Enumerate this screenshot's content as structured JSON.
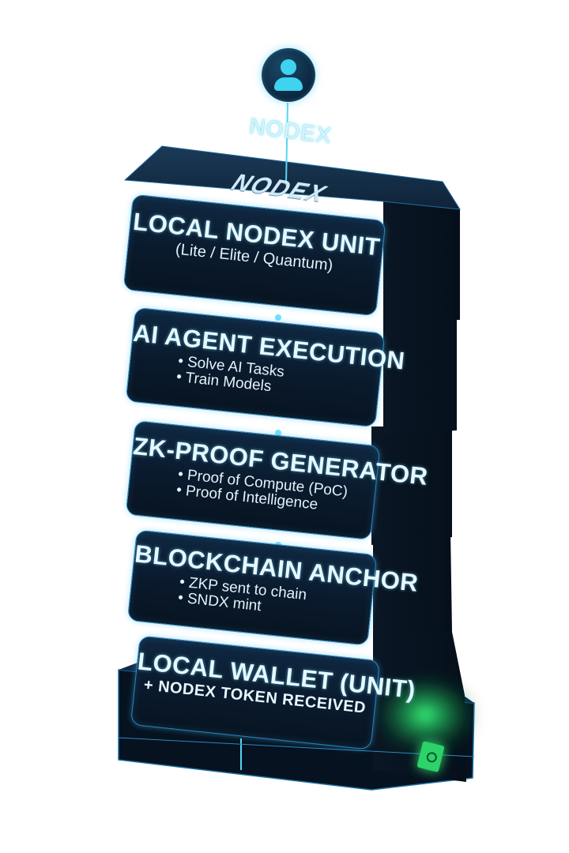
{
  "brand": {
    "label": "NODEX"
  },
  "top_logo": "NODEX",
  "layers": [
    {
      "title": "LOCAL NODEX UNIT",
      "subtitle": "(Lite / Elite / Quantum)",
      "bullets": []
    },
    {
      "title": "AI AGENT EXECUTION",
      "subtitle": "",
      "bullets": [
        "Solve AI Tasks",
        "Train Models"
      ]
    },
    {
      "title": "ZK-PROOF GENERATOR",
      "subtitle": "",
      "bullets": [
        "Proof of Compute (PoC)",
        "Proof of Intelligence"
      ]
    },
    {
      "title": "BLOCKCHAIN ANCHOR",
      "subtitle": "",
      "bullets": [
        "ZKP sent to chain",
        "SNDX mint"
      ]
    },
    {
      "title": "LOCAL WALLET (UNIT)",
      "subtitle": "+ NODEX TOKEN RECEIVED",
      "bullets": []
    }
  ],
  "icons": {
    "avatar": "user-icon",
    "token": "token-chip-icon"
  },
  "colors": {
    "accent": "#3fd3f0",
    "glow": "#2a88c0",
    "panel": "#0b1d31",
    "token": "#2bd36a"
  }
}
